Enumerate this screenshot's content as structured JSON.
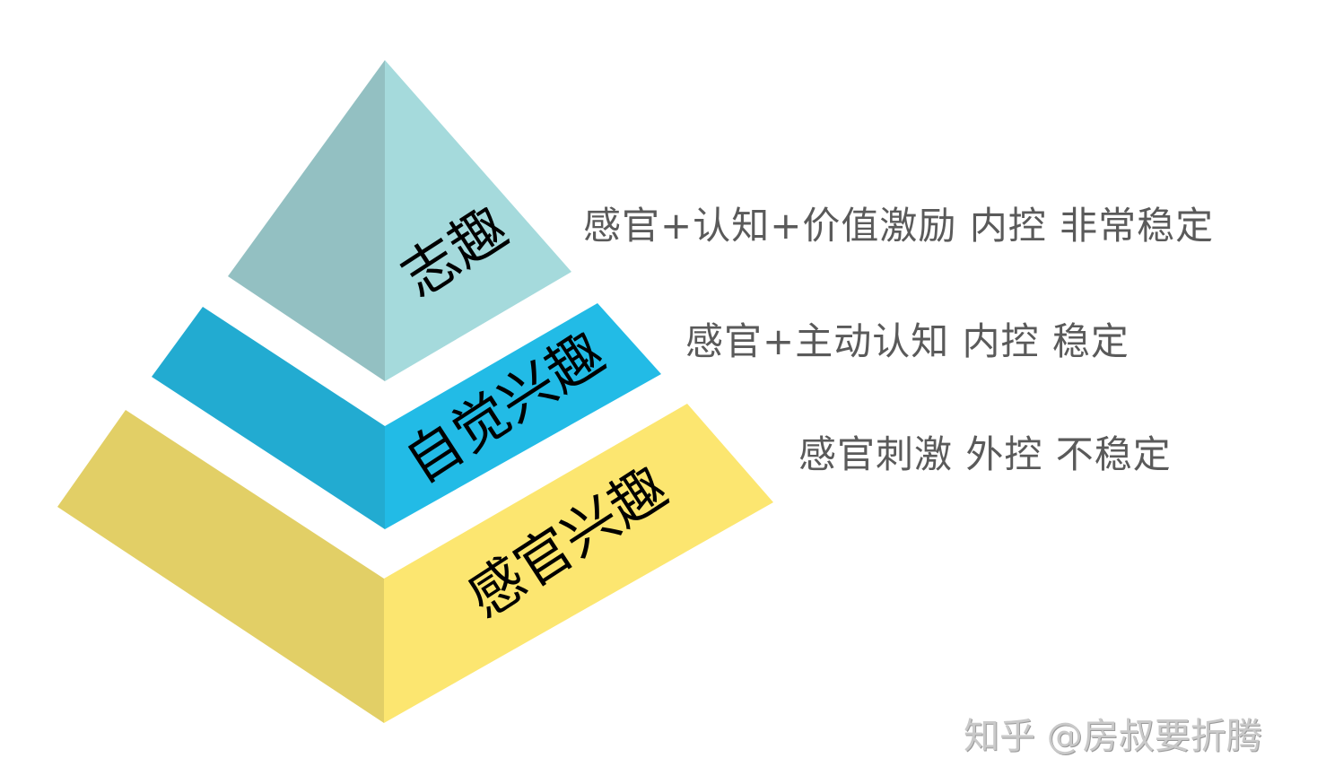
{
  "diagram": {
    "type": "pyramid",
    "tiers": [
      {
        "label": "志趣",
        "description": "感官+认知+价值激励 内控 非常稳定",
        "colors": {
          "left": "#93C0C2",
          "right": "#A5DADC"
        }
      },
      {
        "label": "自觉兴趣",
        "description": "感官+主动认知 内控 稳定",
        "colors": {
          "left": "#22ABD1",
          "right": "#22BBE6"
        }
      },
      {
        "label": "感官兴趣",
        "description": "感官刺激 外控 不稳定",
        "colors": {
          "left": "#E2CF66",
          "right": "#FCE670"
        }
      }
    ]
  },
  "watermark": "知乎 @房叔要折腾",
  "colors": {
    "background": "#FFFFFF",
    "description_text": "#5A5A5A",
    "label_text": "#000000",
    "watermark": "#C9C9C9"
  }
}
